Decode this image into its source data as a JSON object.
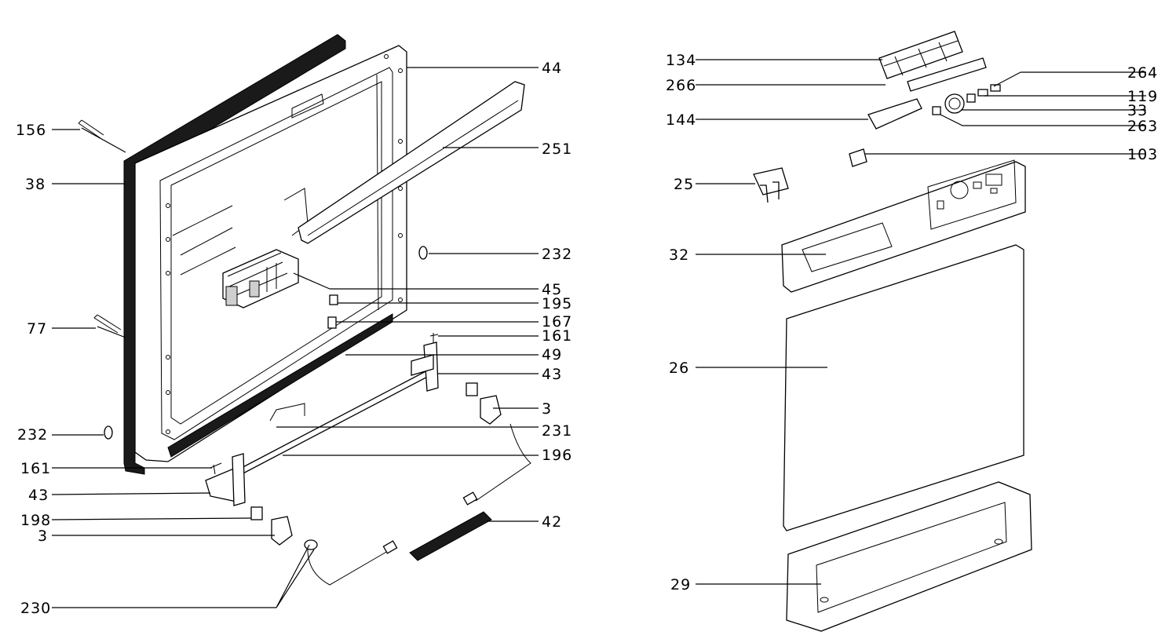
{
  "labels": {
    "l44": "44",
    "l251": "251",
    "l156": "156",
    "l38": "38",
    "l232a": "232",
    "l45": "45",
    "l195": "195",
    "l77": "77",
    "l167": "167",
    "l161a": "161",
    "l49": "49",
    "l43a": "43",
    "l3a": "3",
    "l232b": "232",
    "l231": "231",
    "l161b": "161",
    "l196": "196",
    "l43b": "43",
    "l198": "198",
    "l42": "42",
    "l3b": "3",
    "l230": "230",
    "l134": "134",
    "l266": "266",
    "l264": "264",
    "l119": "119",
    "l33": "33",
    "l144": "144",
    "l263": "263",
    "l103": "103",
    "l25": "25",
    "l32": "32",
    "l26": "26",
    "l29": "29"
  },
  "colors": {
    "ink": "#000000",
    "gasket": "#1a1a1a",
    "background": "#ffffff"
  }
}
